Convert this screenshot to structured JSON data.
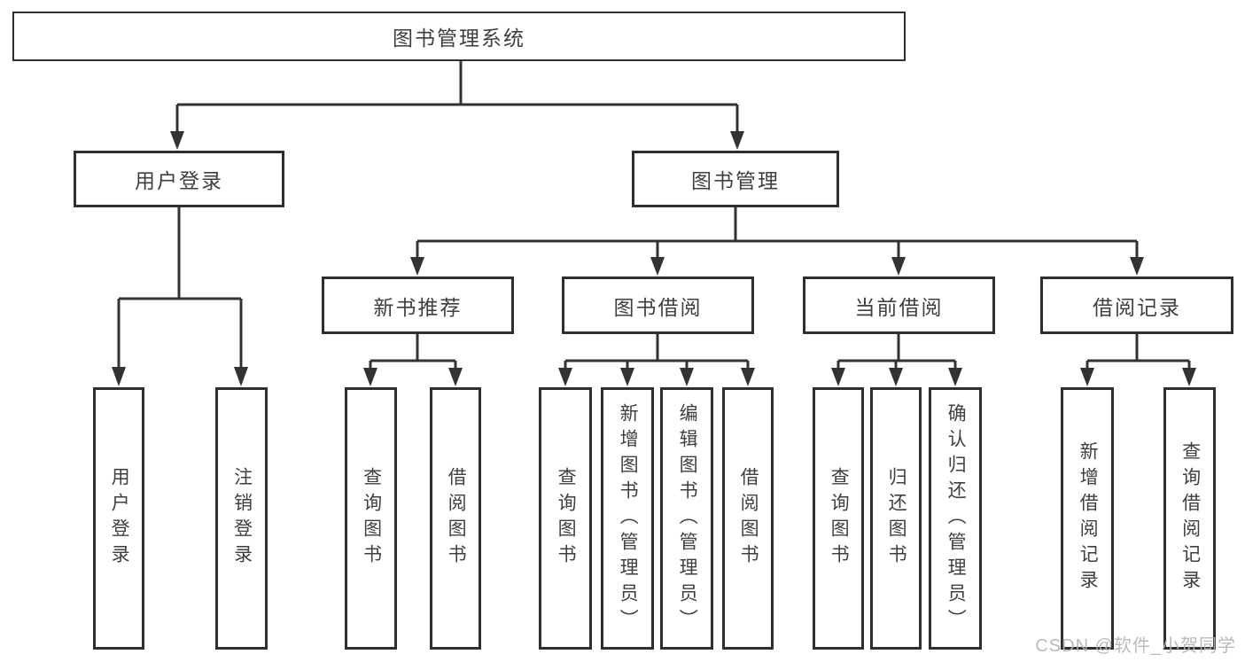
{
  "diagram": {
    "root": {
      "label": "图书管理系统",
      "children": [
        {
          "label": "用户登录",
          "children": [
            {
              "label": "用户登录"
            },
            {
              "label": "注销登录"
            }
          ]
        },
        {
          "label": "图书管理",
          "children": [
            {
              "label": "新书推荐",
              "children": [
                {
                  "label": "查询图书"
                },
                {
                  "label": "借阅图书"
                }
              ]
            },
            {
              "label": "图书借阅",
              "children": [
                {
                  "label": "查询图书"
                },
                {
                  "label": "新增图书（管理员）"
                },
                {
                  "label": "编辑图书（管理员）"
                },
                {
                  "label": "借阅图书"
                }
              ]
            },
            {
              "label": "当前借阅",
              "children": [
                {
                  "label": "查询图书"
                },
                {
                  "label": "归还图书"
                },
                {
                  "label": "确认归还（管理员）"
                }
              ]
            },
            {
              "label": "借阅记录",
              "children": [
                {
                  "label": "新增借阅记录"
                },
                {
                  "label": "查询借阅记录"
                }
              ]
            }
          ]
        }
      ]
    }
  },
  "watermark": {
    "text": "CSDN @软件_小贺同学"
  },
  "colors": {
    "line": "#333333",
    "border": "#2f2f2f",
    "text": "#3f3f3f",
    "background": "#ffffff",
    "watermark": "#b3b3b3"
  }
}
